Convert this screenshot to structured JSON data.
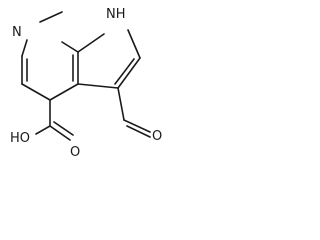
{
  "molecule": {
    "atoms": {
      "pyridine_n": "N",
      "pyrrole_nh": "NH",
      "aldehyde_o": "O",
      "acid_oh": "HO",
      "acid_o": "O"
    },
    "colors": {
      "bond": "#1a1a1a",
      "background": "#ffffff"
    }
  }
}
